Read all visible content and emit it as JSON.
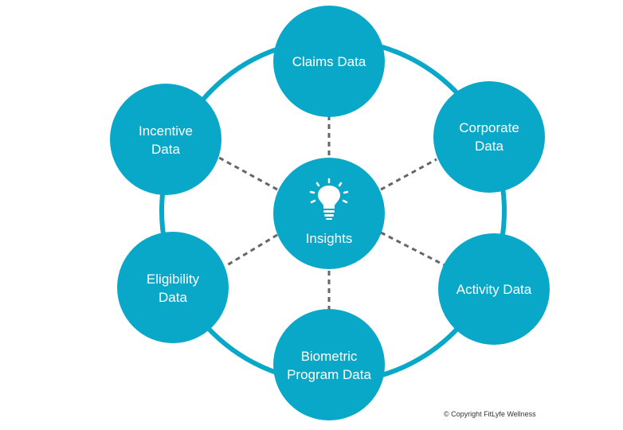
{
  "colors": {
    "circle": "#0aa8c8",
    "ring": "#0aa8c8",
    "connector": "#666666",
    "text": "#ffffff"
  },
  "center": {
    "label": "Insights",
    "icon": "lightbulb-icon"
  },
  "nodes": [
    {
      "id": "claims-data",
      "lines": [
        "Claims Data"
      ]
    },
    {
      "id": "corporate-data",
      "lines": [
        "Corporate",
        "Data"
      ]
    },
    {
      "id": "activity-data",
      "lines": [
        "Activity Data"
      ]
    },
    {
      "id": "biometric-program-data",
      "lines": [
        "Biometric",
        "Program Data"
      ]
    },
    {
      "id": "eligibility-data",
      "lines": [
        "Eligibility",
        "Data"
      ]
    },
    {
      "id": "incentive-data",
      "lines": [
        "Incentive",
        "Data"
      ]
    }
  ],
  "footer": {
    "copyright": "© Copyright FitLyfe Wellness"
  }
}
